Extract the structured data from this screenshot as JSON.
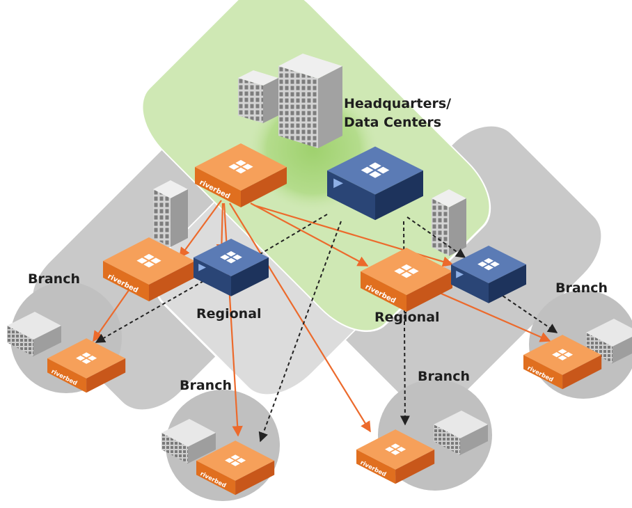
{
  "labels": {
    "hq_line1": "Headquarters/",
    "hq_line2": "Data Centers",
    "regional_left": "Regional",
    "regional_right": "Regional",
    "branch_far_left": "Branch",
    "branch_bottom_left": "Branch",
    "branch_bottom_right": "Branch",
    "branch_far_right": "Branch"
  },
  "brand": "riverbed",
  "colors": {
    "hq_zone": "#cfe8b4",
    "hq_glow": "#a9d67e",
    "zone_gray": "#c9c9c9",
    "appliance_orange": "#f08a3c",
    "appliance_blue": "#2f4d80",
    "wan_link_orange": "#ec6a2c",
    "secondary_link_dashed": "#222222"
  },
  "icons": [
    "office-building-icon",
    "steelhead-appliance-icon",
    "central-management-appliance-icon"
  ]
}
